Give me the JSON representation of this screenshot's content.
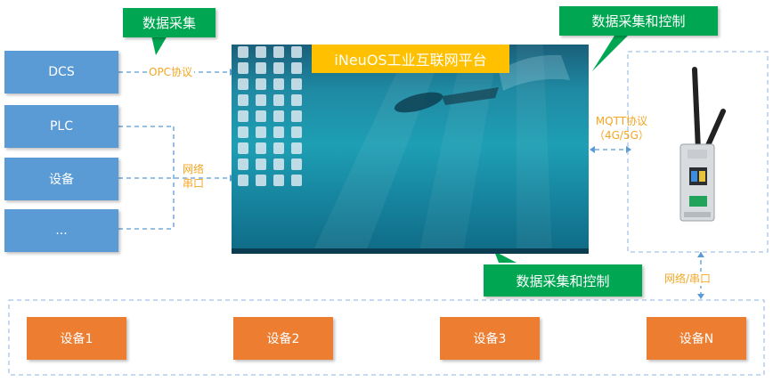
{
  "sources": [
    {
      "label": "DCS"
    },
    {
      "label": "PLC"
    },
    {
      "label": "设备"
    },
    {
      "label": "..."
    }
  ],
  "tags": {
    "collect": "数据采集",
    "collect_control_top": "数据采集和控制",
    "collect_control_bottom": "数据采集和控制"
  },
  "protocols": {
    "opc": "OPC协议",
    "net_serial_line1": "网络",
    "net_serial_line2": "串口",
    "mqtt_line1": "MQTT协议",
    "mqtt_line2": "（4G/5G）",
    "net_serial_right": "网络/串口"
  },
  "platform": {
    "title": "iNeuOS工业互联网平台"
  },
  "devices": [
    {
      "label": "设备1"
    },
    {
      "label": "设备2"
    },
    {
      "label": "设备3"
    },
    {
      "label": "设备N"
    }
  ],
  "colors": {
    "source_blue": "#5b9bd5",
    "tag_green": "#00a651",
    "device_orange": "#ed7d31",
    "banner_yellow": "#ffc000",
    "protocol_text": "#f5a623"
  },
  "icons": [
    "gateway-device-icon",
    "desktop-app-icon"
  ]
}
